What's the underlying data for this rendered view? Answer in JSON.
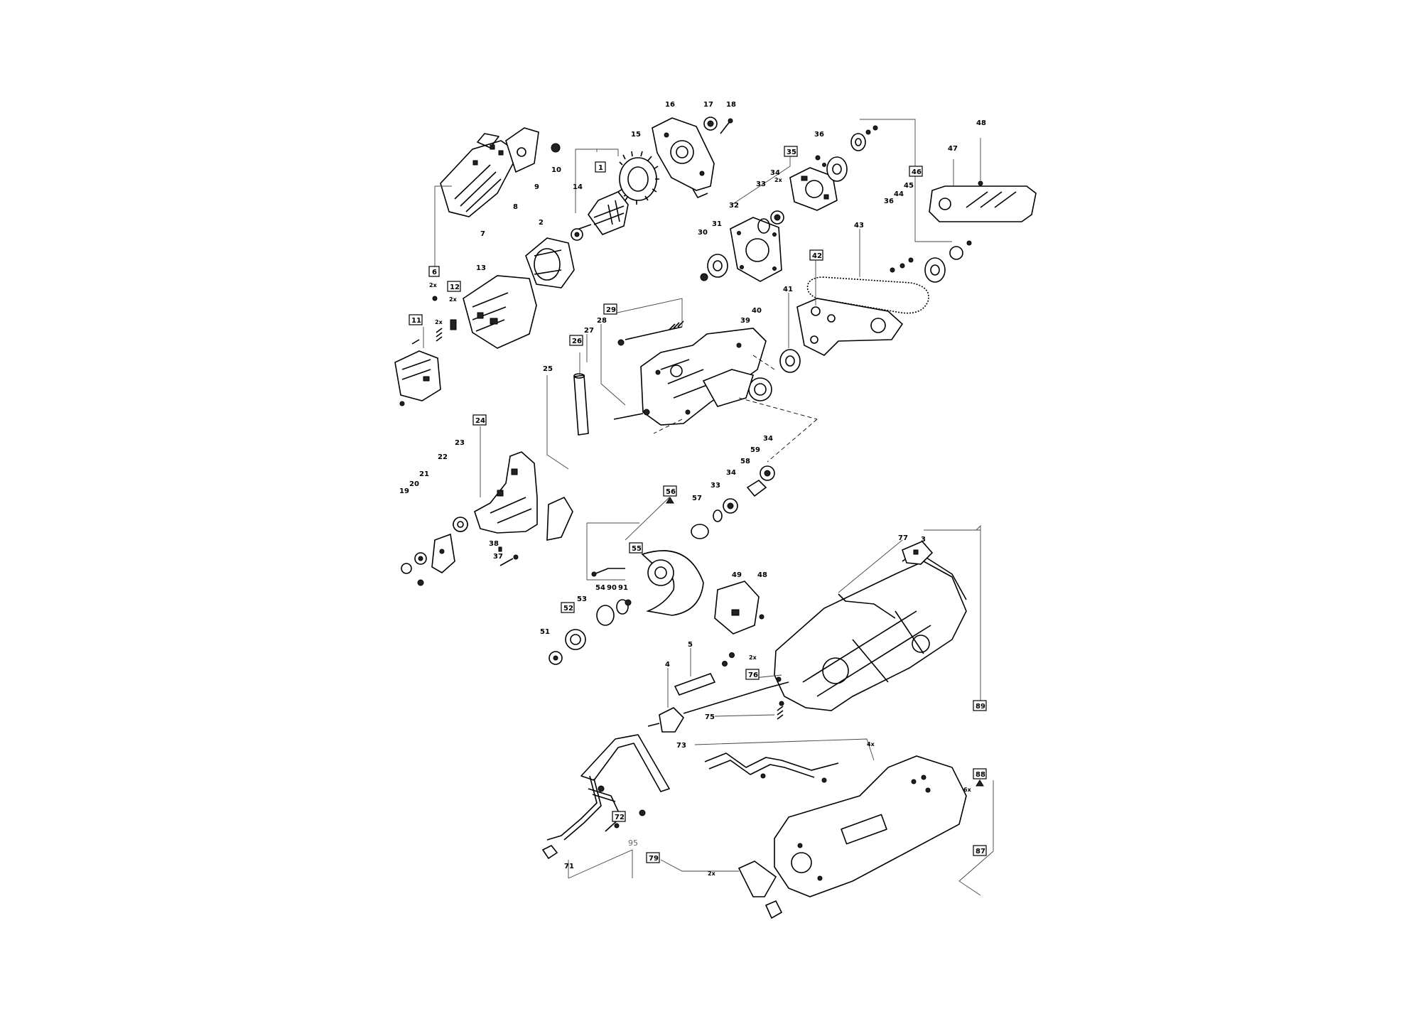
{
  "labels": {
    "l1": "1",
    "l2": "2",
    "l3": "3",
    "l4": "4",
    "l5": "5",
    "l6": "6",
    "l7": "7",
    "l8": "8",
    "l9": "9",
    "l10": "10",
    "l11": "11",
    "l12": "12",
    "l13": "13",
    "l14": "14",
    "l15": "15",
    "l16": "16",
    "l17": "17",
    "l18": "18",
    "l19": "19",
    "l20": "20",
    "l21": "21",
    "l22": "22",
    "l23": "23",
    "l24": "24",
    "l25": "25",
    "l26": "26",
    "l27": "27",
    "l28": "28",
    "l29": "29",
    "l30": "30",
    "l31": "31",
    "l32": "32",
    "l33": "33",
    "l33b": "33",
    "l34": "34",
    "l34b": "34",
    "l34c": "34",
    "l35": "35",
    "l36": "36",
    "l36b": "36",
    "l37": "37",
    "l38": "38",
    "l39": "39",
    "l40": "40",
    "l41": "41",
    "l42": "42",
    "l43": "43",
    "l44": "44",
    "l45": "45",
    "l46": "46",
    "l47": "47",
    "l48": "48",
    "l48b": "48",
    "l49": "49",
    "l51": "51",
    "l52": "52",
    "l53": "53",
    "l54": "54",
    "l55": "55",
    "l56": "56",
    "l57": "57",
    "l58": "58",
    "l59": "59",
    "l71": "71",
    "l72": "72",
    "l73": "73",
    "l75": "75",
    "l76": "76",
    "l77": "77",
    "l79": "79",
    "l87": "87",
    "l88": "88",
    "l89": "89",
    "l90": "90",
    "l91": "91",
    "l95": "95"
  },
  "qty": {
    "q6": "2x",
    "q11": "2x",
    "q12": "2x",
    "q35": "2x",
    "q76": "2x",
    "q73": "4x",
    "q88": "6x",
    "q79": "2x"
  }
}
